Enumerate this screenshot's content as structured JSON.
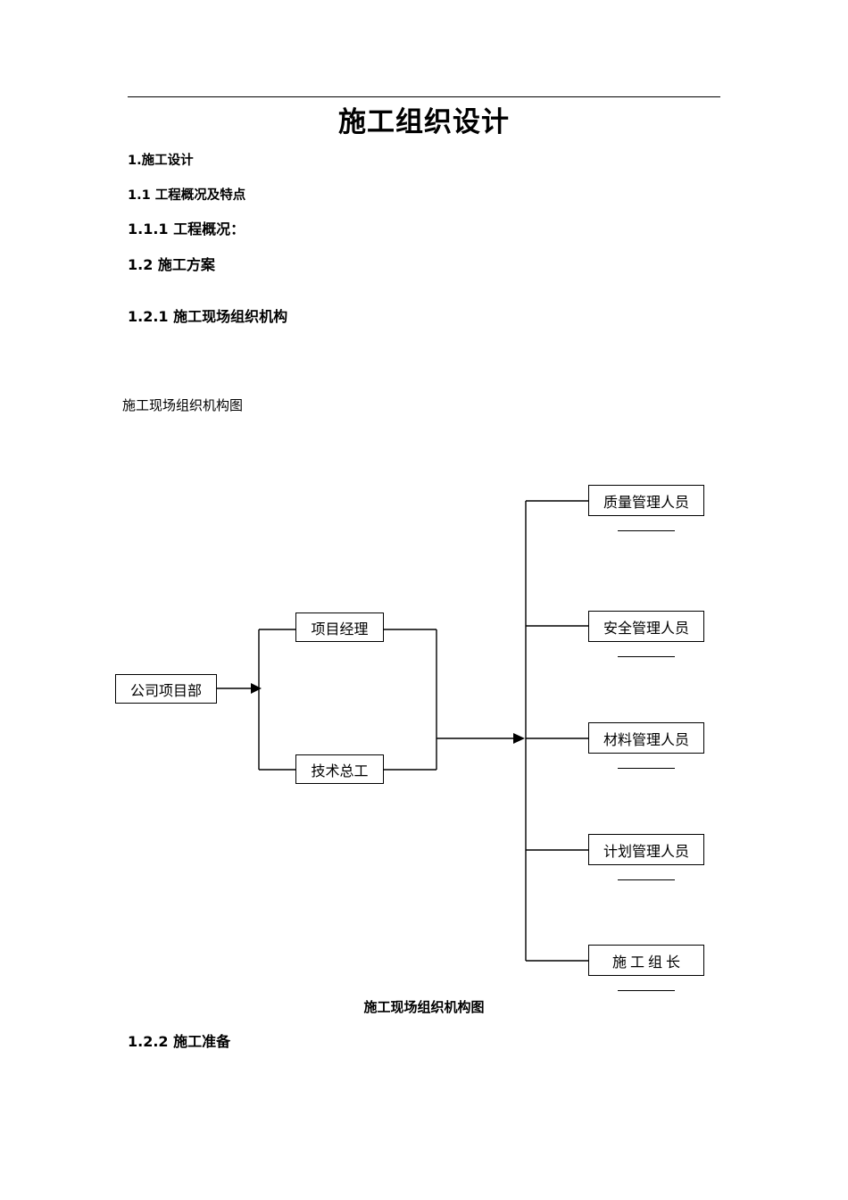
{
  "document": {
    "title": "施工组织设计",
    "headings": [
      {
        "id": "h1",
        "text": "1.施工设计"
      },
      {
        "id": "h2",
        "text": "1.1 工程概况及特点"
      },
      {
        "id": "h3",
        "text": "1.1.1 工程概况："
      },
      {
        "id": "h4",
        "text": "1.2 施工方案"
      },
      {
        "id": "h5",
        "text": "1.2.1 施工现场组织机构"
      },
      {
        "id": "h6",
        "text": "1.2.2 施工准备"
      }
    ],
    "figure_label_above": "施工现场组织机构图",
    "figure_caption": "施工现场组织机构图"
  },
  "org_chart": {
    "root": {
      "label": "公司项目部"
    },
    "middle": [
      {
        "label": "项目经理"
      },
      {
        "label": "技术总工"
      }
    ],
    "branches": [
      {
        "label": "质量管理人员"
      },
      {
        "label": "安全管理人员"
      },
      {
        "label": "材料管理人员"
      },
      {
        "label": "计划管理人员"
      },
      {
        "label": "施 工 组 长"
      }
    ]
  },
  "colors": {
    "text": "#000000",
    "line": "#000000",
    "background": "#ffffff"
  }
}
